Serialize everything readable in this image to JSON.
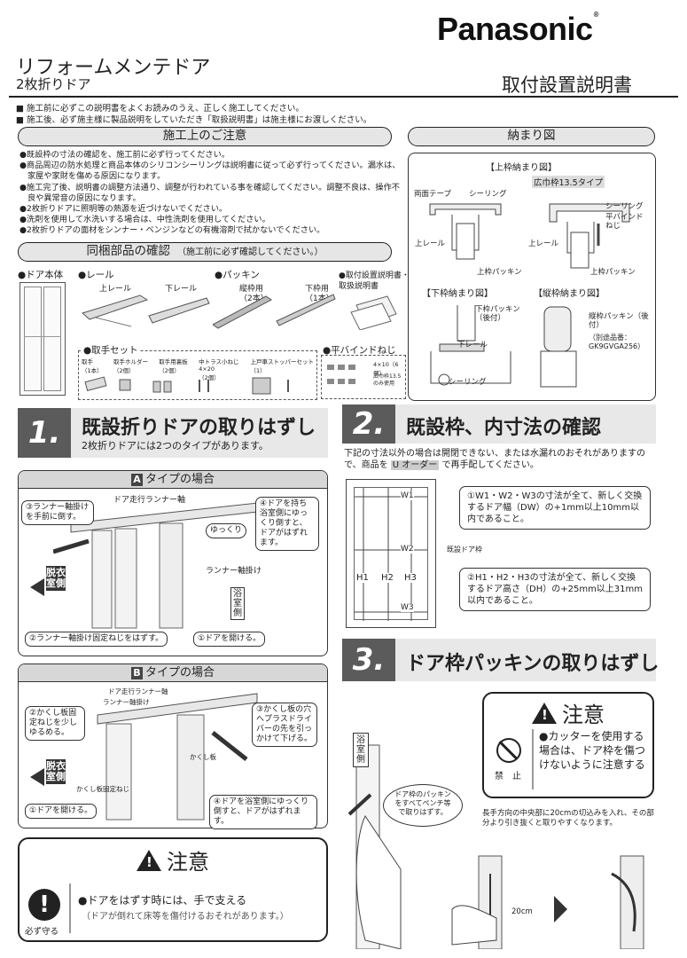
{
  "header": {
    "brand": "Panasonic",
    "brand_mark": "®",
    "product": "リフォームメンテドア",
    "subtitle": "2枚折りドア",
    "doc_type": "取付設置説明書"
  },
  "notices": [
    "施工前に必ずこの説明書をよくお読みのうえ、正しく施工してください。",
    "施工後、必ず施主様に製品説明をしていただき「取扱説明書」は施主様にお渡しください。"
  ],
  "cautions": {
    "title": "施工上のご注意",
    "items": [
      "●既設枠の寸法の確認を、施工前に必ず行ってください。",
      "●商品周辺の防水処理と商品本体のシリコンシーリングは説明書に従って必ず行ってください。漏水は、家屋や家財を傷める原因になります。",
      "●施工完了後、説明書の調整方法通り、調整が行われている事を確認してください。調整不良は、操作不良や異常音の原因になります。",
      "●2枚折りドアに照明等の熱源を近づけないでください。",
      "●洗剤を使用して水洗いする場合は、中性洗剤を使用してください。",
      "●2枚折りドアの面材をシンナー・ベンジンなどの有機溶剤で拭かないでください。"
    ]
  },
  "parts": {
    "title": "同梱部品の確認",
    "note": "（施工前に必ず確認してください。）",
    "door": "●ドア本体",
    "rail": "●レール",
    "upper_rail": "上レール",
    "lower_rail": "下レール",
    "packing": "●パッキン",
    "packing_vertical": "縦枠用",
    "packing_vertical_qty": "（2本）",
    "packing_lower": "下枠用",
    "packing_lower_qty": "（1本）",
    "manual": "●取付設置説明書・取扱説明書",
    "handle_set": "●取手セット",
    "handle_items": [
      {
        "name": "取手",
        "qty": "（1本）"
      },
      {
        "name": "取手ホルダー",
        "qty": "（2個）"
      },
      {
        "name": "取手用裏板",
        "qty": "（2個）"
      },
      {
        "name": "中トラス小ねじ 4×20",
        "qty": "（2個）"
      },
      {
        "name": "上戸車ストッパーセット",
        "qty": "（1）"
      }
    ],
    "screw": "●平バインドねじ",
    "screw_size": "4×10（6個）",
    "screw_note": "広巾枠13.5のみ使用"
  },
  "fit": {
    "title": "納まり図",
    "upper": "【上枠納まり図】",
    "wide": "広巾枠13.5タイプ",
    "double_tape": "両面テープ",
    "sealing": "シーリング",
    "upper_rail": "上レール",
    "upper_packing": "上枠パッキン",
    "screw": "平バインドねじ",
    "lower": "【下枠納まり図】",
    "vertical": "【縦枠納まり図】",
    "lower_packing": "下枠パッキン（後付）",
    "lower_rail": "下レール",
    "vertical_packing": "縦枠パッキン（後付）",
    "separate": "（別途品番：GK9GVGA256）"
  },
  "step1": {
    "num": "1.",
    "title": "既設折りドアの取りはずし",
    "sub": "2枚折りドアには2つのタイプがあります。",
    "typeA": {
      "tag": "A",
      "label": "タイプの場合",
      "runner_axle": "ドア走行ランナー軸",
      "hook": "ランナー軸掛け",
      "c3": "③ランナー軸掛けを手前に倒す。",
      "c4": "④ドアを持ち浴室側にゆっくり倒すと、ドアがはずれます。",
      "slowly": "ゆっくり",
      "c2": "②ランナー軸掛け固定ねじをはずす。",
      "c1": "①ドアを開ける。",
      "out": "脱衣室側",
      "bath": "浴室側"
    },
    "typeB": {
      "tag": "B",
      "label": "タイプの場合",
      "runner_axle": "ドア走行ランナー軸",
      "hook": "ランナー軸掛け",
      "c2": "②かくし板固定ねじを少しゆるめる。",
      "c3": "③かくし板の穴へプラスドライバーの先を引っかけて下げる。",
      "plate": "かくし板",
      "plate_screw": "かくし板固定ねじ",
      "c1": "①ドアを開ける。",
      "c4": "④ドアを浴室側にゆっくり倒すと、ドアがはずれます。",
      "out": "脱衣室側"
    }
  },
  "warning1": {
    "title": "注意",
    "icon_label": "必ず守る",
    "text": "●ドアをはずす時には、手で支える",
    "sub": "（ドアが倒れて床等を傷付けるおそれがあります。）"
  },
  "step2": {
    "num": "2.",
    "title": "既設枠、内寸法の確認",
    "text_a": "下記の寸法以外の場合は開閉できない、または水漏れのおそれがありますので、商品を ",
    "u_order": "U オーダー",
    "text_b": " で再手配してください。",
    "w1": "W1",
    "w2": "W2",
    "w3": "W3",
    "h1": "H1",
    "h2": "H2",
    "h3": "H3",
    "frame": "既設ドア枠",
    "note1": "①W1・W2・W3の寸法が全て、新しく交換するドア幅（DW）の+1mm以上10mm以内であること。",
    "note2": "②H1・H2・H3の寸法が全て、新しく交換するドア高さ（DH）の+25mm以上31mm以内であること。"
  },
  "step3": {
    "num": "3.",
    "title": "ドア枠パッキンの取りはずし",
    "caution_title": "注意",
    "prohibit": "禁　止",
    "caution_text": "●カッターを使用する場合は、ドア枠を傷つけないように注意する",
    "bath": "浴室側",
    "bubble": "ドア枠のパッキンをすべてペンチ等で取りはずす。",
    "tip": "長手方向の中央部に20cmの切込みを入れ、その部分より引き抜くと取りやすくなります。",
    "dim": "20cm"
  }
}
